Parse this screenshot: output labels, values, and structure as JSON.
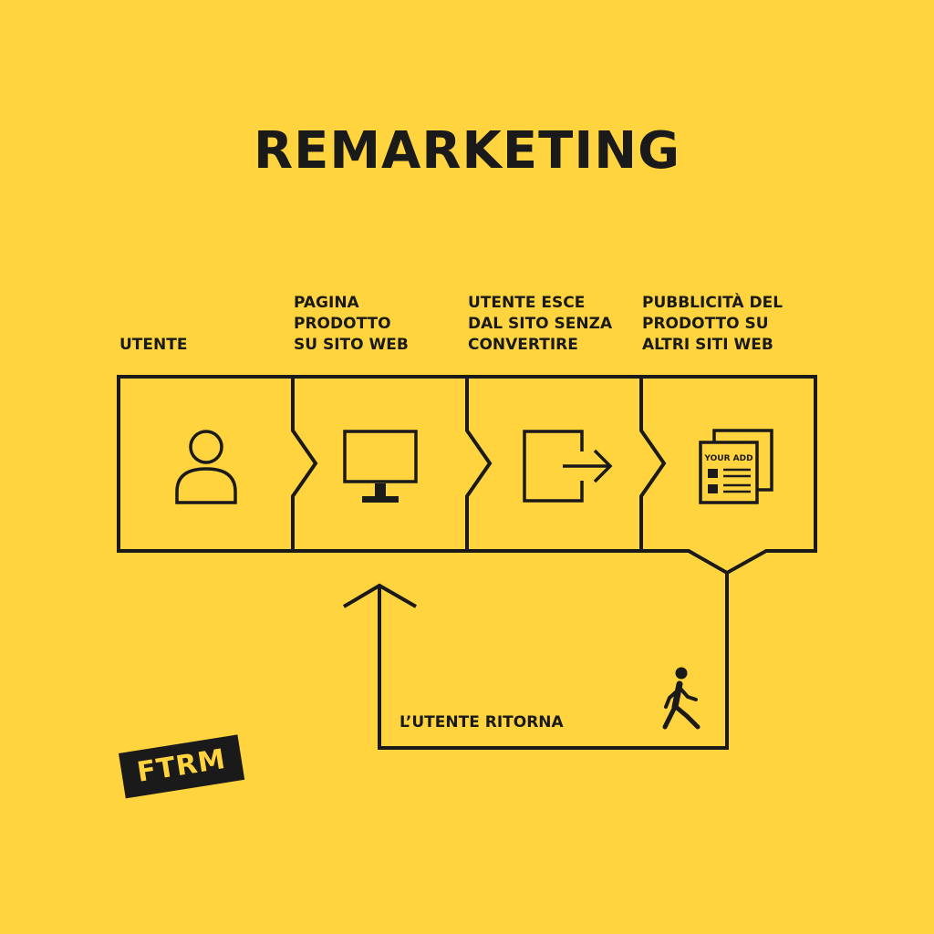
{
  "title": "REMARKETING",
  "steps": [
    {
      "label": "UTENTE",
      "icon": "user-icon"
    },
    {
      "label": "PAGINA\nPRODOTTO\nSU SITO WEB",
      "icon": "monitor-icon"
    },
    {
      "label": "UTENTE ESCE\nDAL SITO SENZA\nCONVERTIRE",
      "icon": "exit-icon"
    },
    {
      "label": "PUBBLICITÀ DEL\nPRODOTTO SU\nALTRI SITI WEB",
      "icon": "ad-pages-icon"
    }
  ],
  "ad_text": "YOUR ADD",
  "return_label": "L’UTENTE RITORNA",
  "return_icon": "walking-person-icon",
  "logo": "FTRM",
  "colors": {
    "background": "#ffd43f",
    "ink": "#1a1a1a"
  }
}
